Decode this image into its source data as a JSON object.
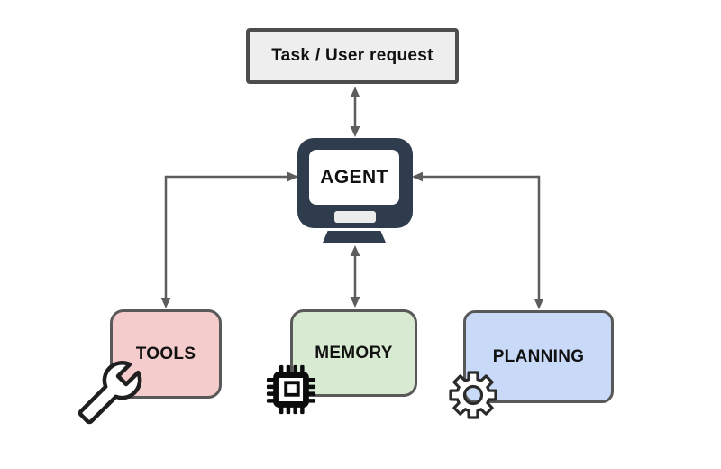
{
  "nodes": {
    "task": {
      "label": "Task / User request",
      "fill": "#eeeeee",
      "border": "#4d4d4d"
    },
    "agent": {
      "label": "AGENT",
      "body_fill": "#2e3c4e",
      "screen_fill": "#ffffff"
    },
    "tools": {
      "label": "TOOLS",
      "fill": "#f4cccc",
      "border": "#595959"
    },
    "memory": {
      "label": "MEMORY",
      "fill": "#d9ead3",
      "border": "#595959"
    },
    "planning": {
      "label": "PLANNING",
      "fill": "#c9daf8",
      "border": "#595959"
    }
  },
  "icons": {
    "agent": "monitor-icon",
    "tools": "wrench-icon",
    "memory": "chip-icon",
    "planning": "gear-icon"
  },
  "edges": [
    {
      "from": "task",
      "to": "agent",
      "direction": "bidirectional",
      "style": "straight-vertical"
    },
    {
      "from": "agent",
      "to": "tools",
      "direction": "bidirectional",
      "style": "elbow-left"
    },
    {
      "from": "agent",
      "to": "memory",
      "direction": "bidirectional",
      "style": "straight-vertical"
    },
    {
      "from": "agent",
      "to": "planning",
      "direction": "bidirectional",
      "style": "elbow-right"
    }
  ],
  "colors": {
    "arrow": "#5d5d5d",
    "text": "#111111",
    "background": "#ffffff"
  }
}
